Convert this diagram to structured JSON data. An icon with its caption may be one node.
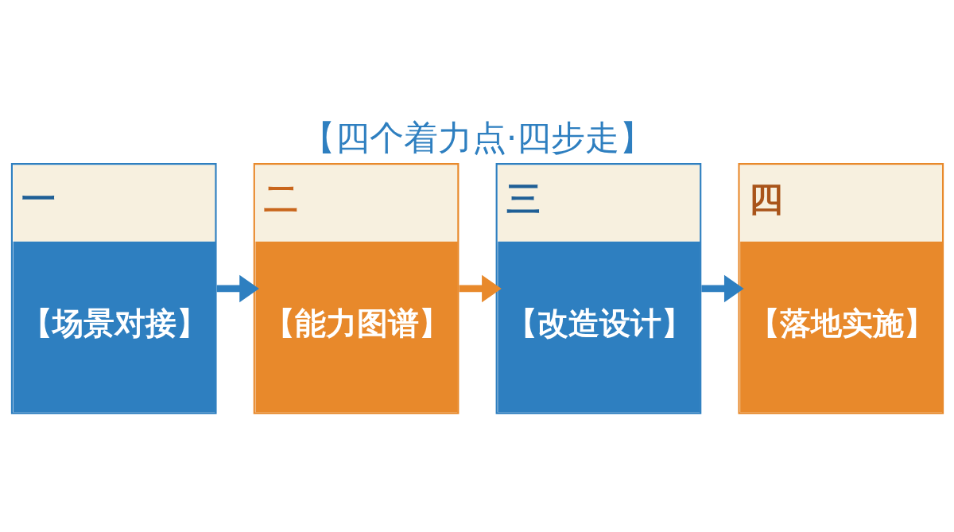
{
  "diagram": {
    "title": "【四个着力点·四步走】",
    "nodes": [
      {
        "text": [
          "一",
          "【场景对接】"
        ]
      },
      {
        "text": [
          "二",
          "【能力图谱】"
        ]
      },
      {
        "text": [
          "三",
          "【改造设计】"
        ]
      },
      {
        "text": [
          "四",
          "【落地实施】"
        ]
      }
    ],
    "edges": [
      {
        "from": 0,
        "to": 1,
        "arrow": "to"
      },
      {
        "from": 1,
        "to": 2,
        "arrow": "to",
        "color": "#e8892b"
      },
      {
        "from": 2,
        "to": 3,
        "arrow": "to"
      }
    ]
  }
}
